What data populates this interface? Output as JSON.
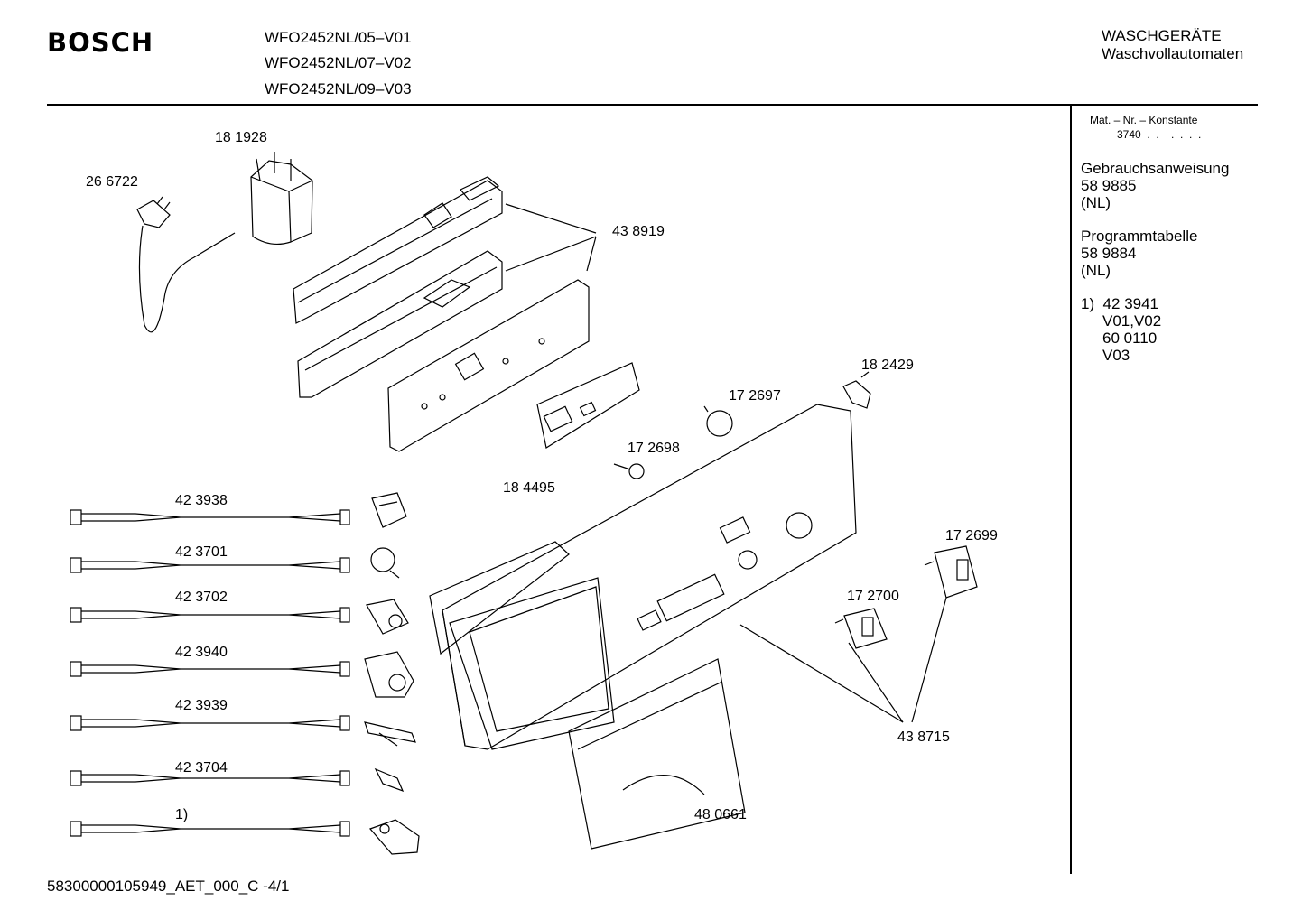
{
  "header": {
    "brand": "BOSCH",
    "models": [
      "WFO2452NL/05–V01",
      "WFO2452NL/07–V02",
      "WFO2452NL/09–V03"
    ],
    "category_line1": "WASCHGERÄTE",
    "category_line2": "Waschvollautomaten"
  },
  "sidebar": {
    "mat_nr_label": "Mat. – Nr. – Konstante",
    "mat_nr_value": "3740  .  .    .  .  .  .",
    "manual_label": "Gebrauchsanweisung",
    "manual_number": "58 9885",
    "manual_lang": "(NL)",
    "program_label": "Programmtabelle",
    "program_number": "58 9884",
    "program_lang": "(NL)",
    "note_ref": "1)  42 3941",
    "note_v1": "V01,V02",
    "note_num2": "60 0110",
    "note_v2": "V03"
  },
  "parts": {
    "p181928": "18 1928",
    "p266722": "26 6722",
    "p438919": "43 8919",
    "p182429": "18 2429",
    "p172697": "17 2697",
    "p172698": "17 2698",
    "p184495": "18 4495",
    "p423938": "42 3938",
    "p423701": "42 3701",
    "p423702": "42 3702",
    "p423940": "42 3940",
    "p423939": "42 3939",
    "p423704": "42 3704",
    "p_note1": "1)",
    "p172699": "17 2699",
    "p172700": "17 2700",
    "p438715": "43 8715",
    "p480661": "48 0661"
  },
  "footer": {
    "doc_id": "58300000105949_AET_000_C  -4/1"
  }
}
